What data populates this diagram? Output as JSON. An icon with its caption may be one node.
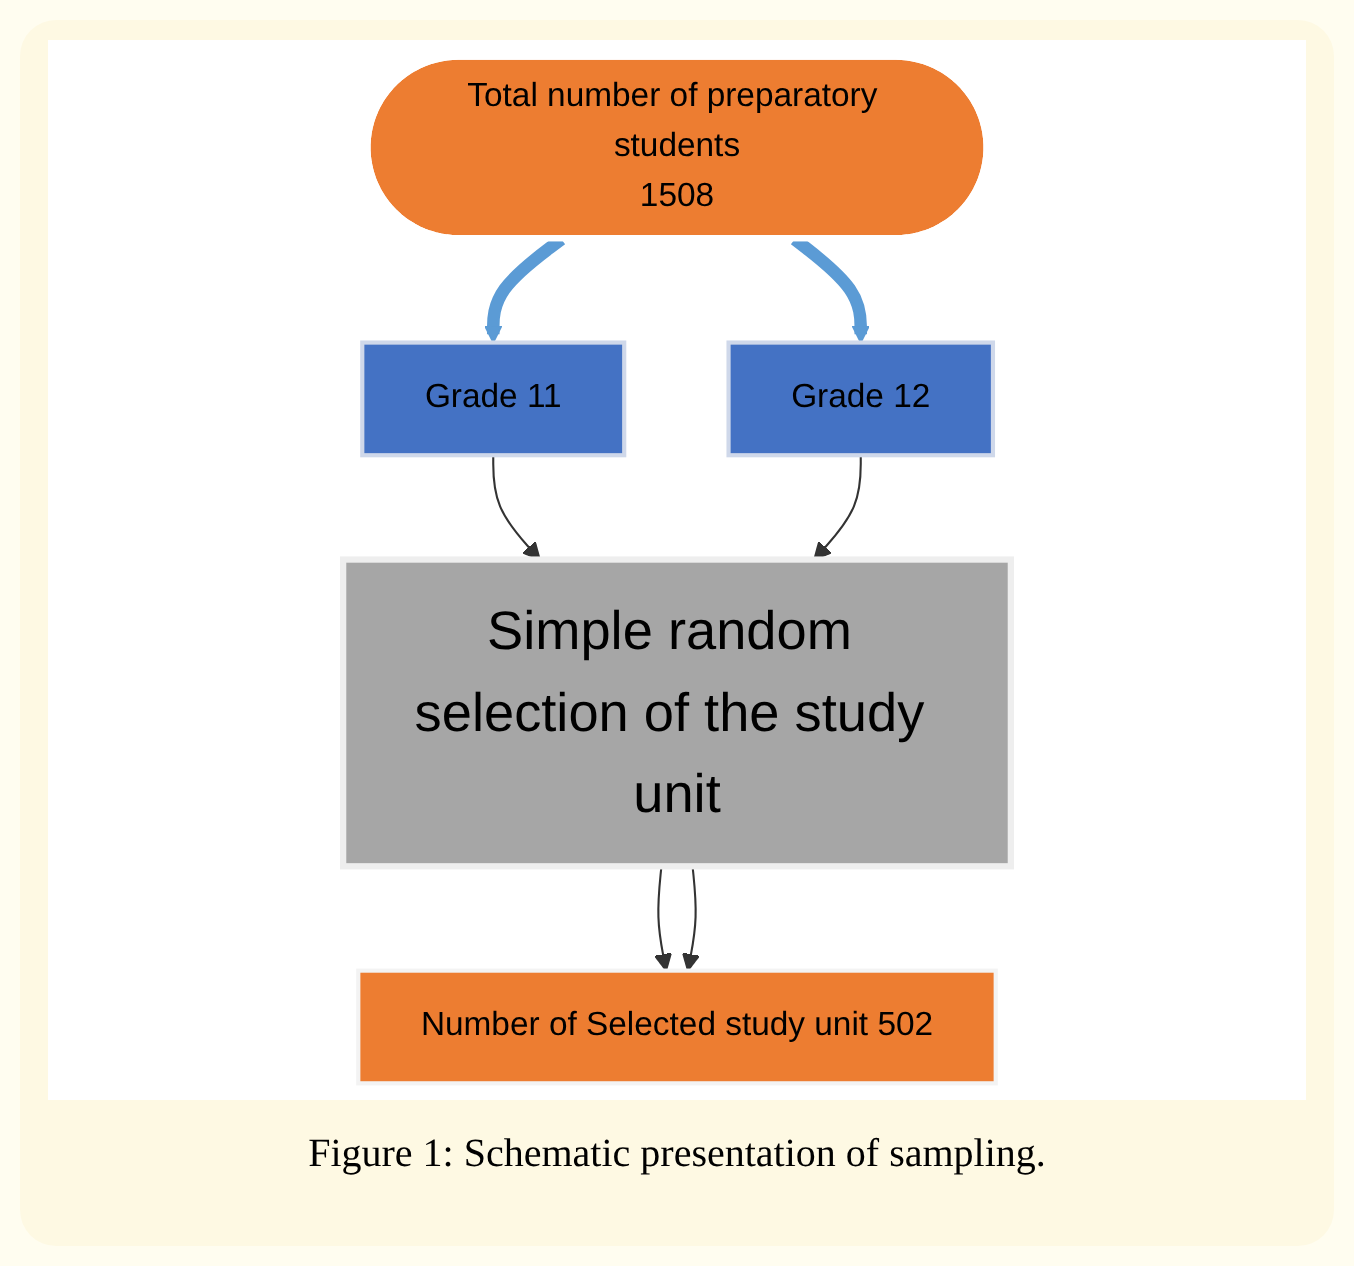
{
  "diagram": {
    "caption": "Figure 1: Schematic presentation of sampling.",
    "nodes": [
      {
        "text": [
          "Total number of preparatory students",
          "1508"
        ]
      },
      {
        "text": [
          "Grade 11"
        ]
      },
      {
        "text": [
          "Grade 12"
        ]
      },
      {
        "text": [
          "Simple random selection of the study unit"
        ]
      },
      {
        "text": [
          "Number of Selected study unit 502"
        ]
      }
    ],
    "edges": [
      {
        "from": 0,
        "to": 1,
        "arrow": "to",
        "style": "thick",
        "color": "#5b9bd5"
      },
      {
        "from": 0,
        "to": 2,
        "arrow": "to",
        "style": "thick",
        "color": "#5b9bd5"
      },
      {
        "from": 1,
        "to": 3,
        "arrow": "to"
      },
      {
        "from": 2,
        "to": 3,
        "arrow": "to"
      },
      {
        "from": 3,
        "to": 4,
        "arrow": "to"
      },
      {
        "from": 3,
        "to": 4,
        "arrow": "to"
      }
    ]
  }
}
